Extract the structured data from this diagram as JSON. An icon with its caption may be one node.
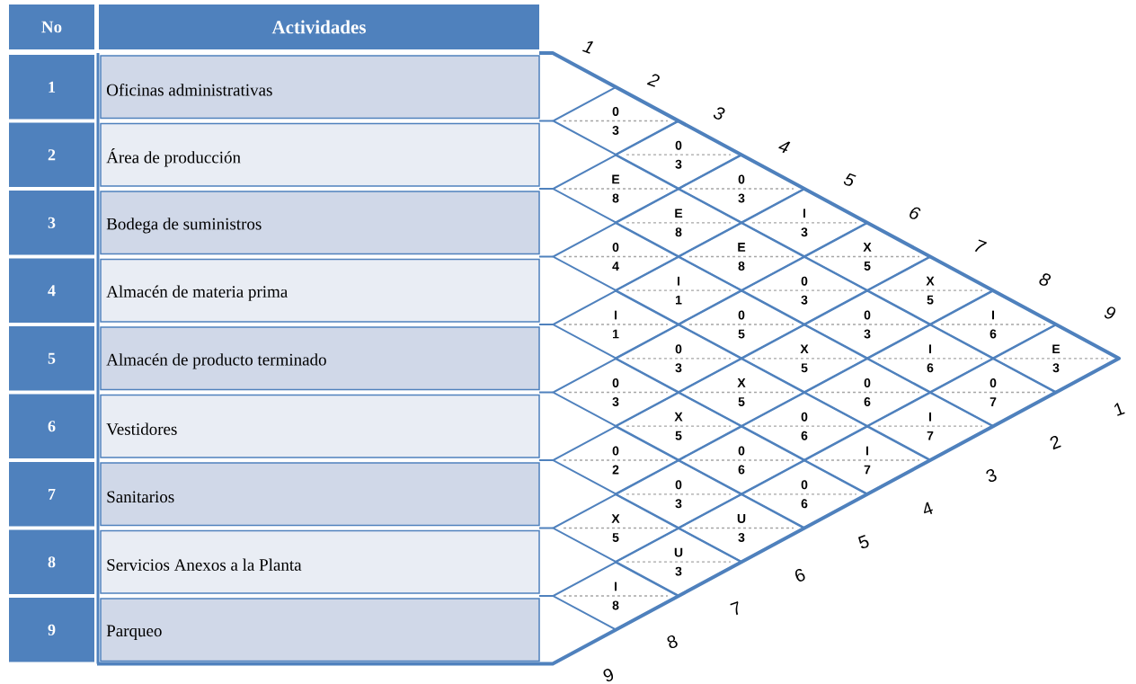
{
  "diagram": {
    "nodes": [
      {
        "text": [
          "0",
          "3"
        ]
      },
      {
        "text": [
          "0",
          "3"
        ]
      },
      {
        "text": [
          "E",
          "8"
        ]
      },
      {
        "text": [
          "0",
          "3"
        ]
      },
      {
        "text": [
          "E",
          "8"
        ]
      },
      {
        "text": [
          "I",
          "3"
        ]
      },
      {
        "text": [
          "0",
          "4"
        ]
      },
      {
        "text": [
          "E",
          "8"
        ]
      },
      {
        "text": [
          "X",
          "5"
        ]
      },
      {
        "text": [
          "I",
          "1"
        ]
      },
      {
        "text": [
          "0",
          "3"
        ]
      },
      {
        "text": [
          "X",
          "5"
        ]
      },
      {
        "text": [
          "I",
          "1"
        ]
      },
      {
        "text": [
          "0",
          "5"
        ]
      },
      {
        "text": [
          "0",
          "3"
        ]
      },
      {
        "text": [
          "I",
          "6"
        ]
      },
      {
        "text": [
          "0",
          "3"
        ]
      },
      {
        "text": [
          "X",
          "5"
        ]
      },
      {
        "text": [
          "I",
          "6"
        ]
      },
      {
        "text": [
          "E",
          "3"
        ]
      },
      {
        "text": [
          "0",
          "3"
        ]
      },
      {
        "text": [
          "X",
          "5"
        ]
      },
      {
        "text": [
          "0",
          "6"
        ]
      },
      {
        "text": [
          "0",
          "7"
        ]
      },
      {
        "text": [
          "X",
          "5"
        ]
      },
      {
        "text": [
          "0",
          "6"
        ]
      },
      {
        "text": [
          "I",
          "7"
        ]
      },
      {
        "text": [
          "0",
          "2"
        ]
      },
      {
        "text": [
          "0",
          "6"
        ]
      },
      {
        "text": [
          "I",
          "7"
        ]
      },
      {
        "text": [
          "0",
          "3"
        ]
      },
      {
        "text": [
          "0",
          "6"
        ]
      },
      {
        "text": [
          "X",
          "5"
        ]
      },
      {
        "text": [
          "U",
          "3"
        ]
      },
      {
        "text": [
          "U",
          "3"
        ]
      },
      {
        "text": [
          "I",
          "8"
        ]
      }
    ],
    "labels": [
      "No",
      "Actividades",
      "1",
      "Oficinas administrativas",
      "2",
      "Área de producción",
      "3",
      "Bodega de suministros",
      "4",
      "Almacén de materia prima",
      "5",
      "Almacén de producto terminado",
      "6",
      "Vestidores",
      "7",
      "Sanitarios",
      "8",
      "Servicios Anexos a la Planta",
      "9",
      "Parqueo",
      "1",
      "2",
      "3",
      "4",
      "5",
      "6",
      "7",
      "8",
      "9",
      "1",
      "2",
      "3",
      "4",
      "5",
      "6",
      "7",
      "8",
      "9"
    ]
  }
}
